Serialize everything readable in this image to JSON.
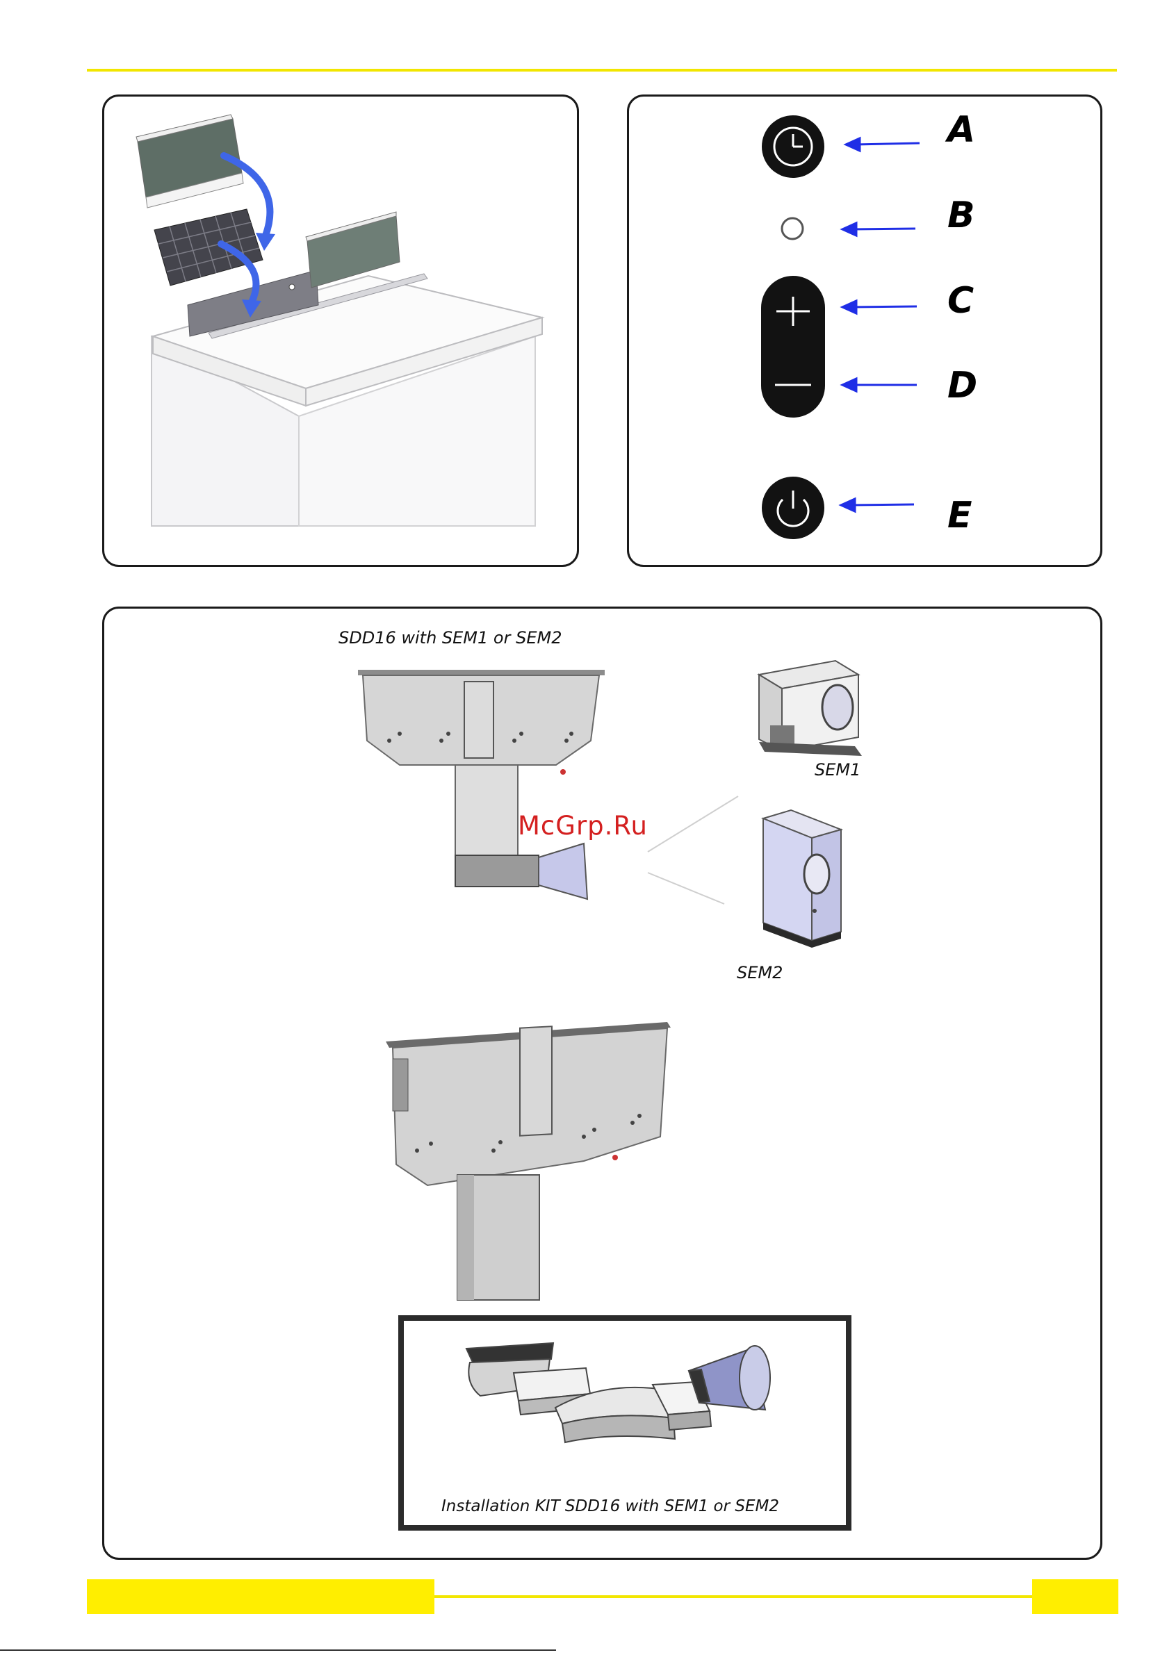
{
  "panel_controls": {
    "labels": [
      "A",
      "B",
      "C",
      "D",
      "E"
    ],
    "arrow_color": "#1f2ee6",
    "icons": [
      "timer-clock-icon",
      "led-indicator-icon",
      "plus-icon",
      "minus-icon",
      "power-icon"
    ]
  },
  "panel_installation": {
    "caption_top": "SDD16 with SEM1 or SEM2",
    "label_sem1": "SEM1",
    "label_sem2": "SEM2",
    "watermark": "McGrp.Ru",
    "kit_caption": "Installation KIT SDD16 with SEM1 or SEM2"
  },
  "colors": {
    "accent_yellow": "#ffee00",
    "border": "#1a1a1a"
  }
}
